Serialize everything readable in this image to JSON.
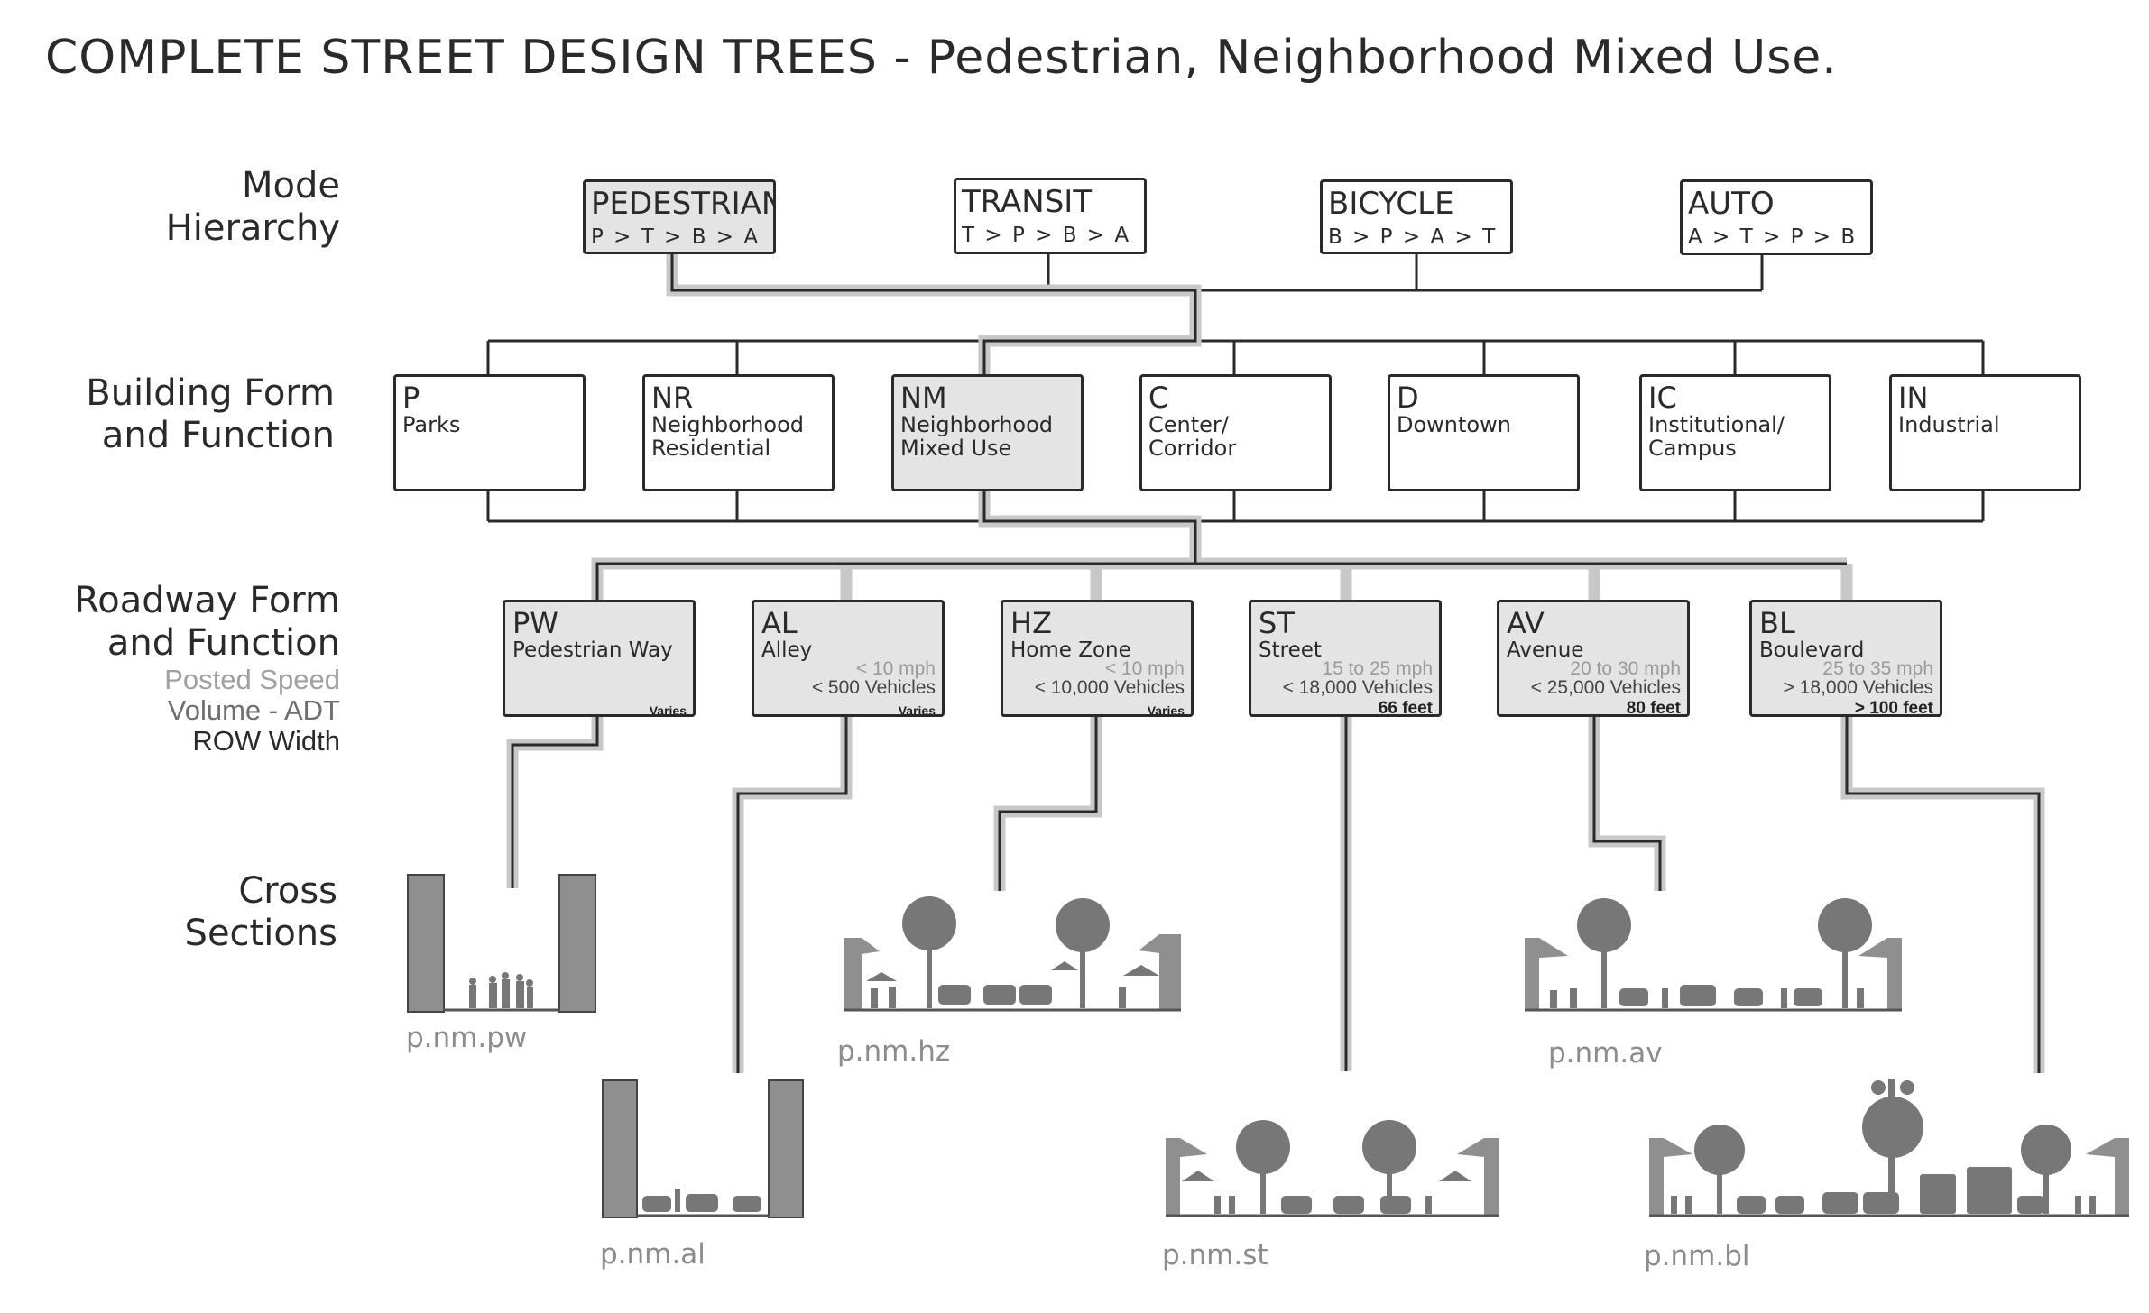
{
  "title": "COMPLETE STREET DESIGN TREES - Pedestrian, Neighborhood Mixed Use.",
  "row_labels": {
    "mode": [
      "Mode",
      "Hierarchy"
    ],
    "building": [
      "Building Form",
      "and Function"
    ],
    "roadway": [
      "Roadway Form",
      "and Function"
    ],
    "roadway_sub": {
      "speed": "Posted Speed",
      "adt": "Volume - ADT",
      "row": "ROW Width"
    },
    "cross": [
      "Cross",
      "Sections"
    ]
  },
  "modes": [
    {
      "code": "PEDESTRIAN",
      "order": "P > T > B > A",
      "highlighted": true
    },
    {
      "code": "TRANSIT",
      "order": "T > P > B > A",
      "highlighted": false
    },
    {
      "code": "BICYCLE",
      "order": "B > P > A > T",
      "highlighted": false
    },
    {
      "code": "AUTO",
      "order": "A > T > P > B",
      "highlighted": false
    }
  ],
  "building_forms": [
    {
      "code": "P",
      "desc1": "Parks",
      "desc2": "",
      "highlighted": false
    },
    {
      "code": "NR",
      "desc1": "Neighborhood",
      "desc2": "Residential",
      "highlighted": false
    },
    {
      "code": "NM",
      "desc1": "Neighborhood",
      "desc2": "Mixed Use",
      "highlighted": true
    },
    {
      "code": "C",
      "desc1": "Center/",
      "desc2": "Corridor",
      "highlighted": false
    },
    {
      "code": "D",
      "desc1": "Downtown",
      "desc2": "",
      "highlighted": false
    },
    {
      "code": "IC",
      "desc1": "Institutional/",
      "desc2": "Campus",
      "highlighted": false
    },
    {
      "code": "IN",
      "desc1": "Industrial",
      "desc2": "",
      "highlighted": false
    }
  ],
  "roadway_forms": [
    {
      "code": "PW",
      "desc": "Pedestrian Way",
      "speed": "",
      "adt": "",
      "row": "Varies"
    },
    {
      "code": "AL",
      "desc": "Alley",
      "speed": "< 10 mph",
      "adt": "< 500 Vehicles",
      "row": "Varies"
    },
    {
      "code": "HZ",
      "desc": "Home Zone",
      "speed": "< 10 mph",
      "adt": "< 10,000 Vehicles",
      "row": "Varies"
    },
    {
      "code": "ST",
      "desc": "Street",
      "speed": "15 to 25 mph",
      "adt": "< 18,000 Vehicles",
      "row": "66 feet"
    },
    {
      "code": "AV",
      "desc": "Avenue",
      "speed": "20 to 30 mph",
      "adt": "< 25,000 Vehicles",
      "row": "80 feet"
    },
    {
      "code": "BL",
      "desc": "Boulevard",
      "speed": "25 to 35 mph",
      "adt": "> 18,000 Vehicles",
      "row": "> 100 feet"
    }
  ],
  "cross_sections": [
    {
      "code": "p.nm.pw"
    },
    {
      "code": "p.nm.al"
    },
    {
      "code": "p.nm.hz"
    },
    {
      "code": "p.nm.st"
    },
    {
      "code": "p.nm.av"
    },
    {
      "code": "p.nm.bl"
    }
  ],
  "colors": {
    "ink": "#2a2a2a",
    "highlight_fill": "#e4e4e4",
    "path": "#c8c8c8",
    "wall": "#8f8f8f",
    "code_text": "#8c8c8c"
  }
}
